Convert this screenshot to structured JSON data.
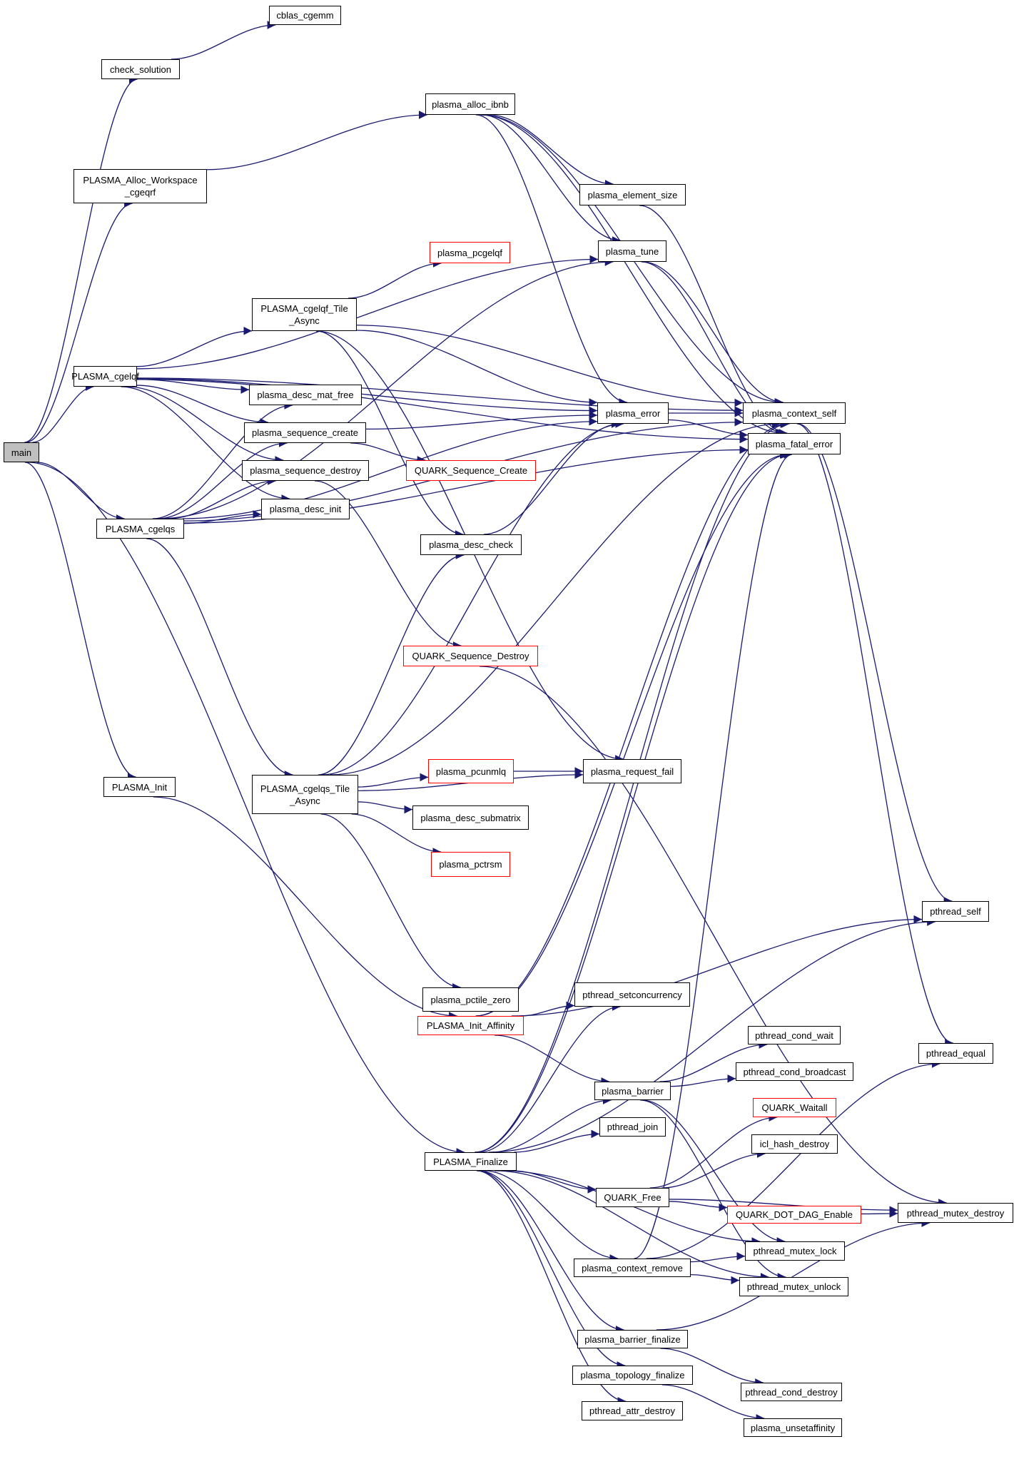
{
  "graph": {
    "title": "Call graph of main",
    "edge_color": "#191970",
    "root_fill": "#bfbfbf",
    "undocumented_border": "#ff0000",
    "nodes": [
      {
        "id": "main",
        "label": "main",
        "style": "root"
      },
      {
        "id": "cblas_cgemm",
        "label": "cblas_cgemm",
        "style": "normal"
      },
      {
        "id": "check_solution",
        "label": "check_solution",
        "style": "normal"
      },
      {
        "id": "PLASMA_Alloc_Workspace_cgeqrf",
        "label": "PLASMA_Alloc_Workspace\n_cgeqrf",
        "style": "normal"
      },
      {
        "id": "plasma_alloc_ibnb",
        "label": "plasma_alloc_ibnb",
        "style": "normal"
      },
      {
        "id": "plasma_element_size",
        "label": "plasma_element_size",
        "style": "normal"
      },
      {
        "id": "plasma_tune",
        "label": "plasma_tune",
        "style": "normal"
      },
      {
        "id": "plasma_pcgelqf",
        "label": "plasma_pcgelqf",
        "style": "red"
      },
      {
        "id": "PLASMA_cgelqf_Tile_Async",
        "label": "PLASMA_cgelqf_Tile\n_Async",
        "style": "normal"
      },
      {
        "id": "PLASMA_cgelqf",
        "label": "PLASMA_cgelqf",
        "style": "normal"
      },
      {
        "id": "plasma_desc_mat_free",
        "label": "plasma_desc_mat_free",
        "style": "normal"
      },
      {
        "id": "plasma_sequence_create",
        "label": "plasma_sequence_create",
        "style": "normal"
      },
      {
        "id": "plasma_sequence_destroy",
        "label": "plasma_sequence_destroy",
        "style": "normal"
      },
      {
        "id": "plasma_desc_init",
        "label": "plasma_desc_init",
        "style": "normal"
      },
      {
        "id": "QUARK_Sequence_Create",
        "label": "QUARK_Sequence_Create",
        "style": "red"
      },
      {
        "id": "plasma_desc_check",
        "label": "plasma_desc_check",
        "style": "normal"
      },
      {
        "id": "QUARK_Sequence_Destroy",
        "label": "QUARK_Sequence_Destroy",
        "style": "red"
      },
      {
        "id": "plasma_error",
        "label": "plasma_error",
        "style": "normal"
      },
      {
        "id": "plasma_context_self",
        "label": "plasma_context_self",
        "style": "normal"
      },
      {
        "id": "plasma_fatal_error",
        "label": "plasma_fatal_error",
        "style": "normal"
      },
      {
        "id": "PLASMA_cgelqs",
        "label": "PLASMA_cgelqs",
        "style": "normal"
      },
      {
        "id": "PLASMA_cgelqs_Tile_Async",
        "label": "PLASMA_cgelqs_Tile\n_Async",
        "style": "normal"
      },
      {
        "id": "plasma_pcunmlq",
        "label": "plasma_pcunmlq",
        "style": "red"
      },
      {
        "id": "plasma_request_fail",
        "label": "plasma_request_fail",
        "style": "normal"
      },
      {
        "id": "plasma_desc_submatrix",
        "label": "plasma_desc_submatrix",
        "style": "normal"
      },
      {
        "id": "plasma_pctrsm",
        "label": "plasma_pctrsm",
        "style": "red"
      },
      {
        "id": "plasma_pctile_zero",
        "label": "plasma_pctile_zero",
        "style": "normal"
      },
      {
        "id": "PLASMA_Init",
        "label": "PLASMA_Init",
        "style": "normal"
      },
      {
        "id": "pthread_self",
        "label": "pthread_self",
        "style": "normal"
      },
      {
        "id": "pthread_setconcurrency",
        "label": "pthread_setconcurrency",
        "style": "normal"
      },
      {
        "id": "PLASMA_Init_Affinity",
        "label": "PLASMA_Init_Affinity",
        "style": "red"
      },
      {
        "id": "pthread_cond_wait",
        "label": "pthread_cond_wait",
        "style": "normal"
      },
      {
        "id": "pthread_equal",
        "label": "pthread_equal",
        "style": "normal"
      },
      {
        "id": "plasma_barrier",
        "label": "plasma_barrier",
        "style": "normal"
      },
      {
        "id": "pthread_cond_broadcast",
        "label": "pthread_cond_broadcast",
        "style": "normal"
      },
      {
        "id": "QUARK_Waitall",
        "label": "QUARK_Waitall",
        "style": "red"
      },
      {
        "id": "pthread_join",
        "label": "pthread_join",
        "style": "normal"
      },
      {
        "id": "icl_hash_destroy",
        "label": "icl_hash_destroy",
        "style": "normal"
      },
      {
        "id": "PLASMA_Finalize",
        "label": "PLASMA_Finalize",
        "style": "normal"
      },
      {
        "id": "QUARK_Free",
        "label": "QUARK_Free",
        "style": "normal"
      },
      {
        "id": "QUARK_DOT_DAG_Enable",
        "label": "QUARK_DOT_DAG_Enable",
        "style": "red"
      },
      {
        "id": "pthread_mutex_destroy",
        "label": "pthread_mutex_destroy",
        "style": "normal"
      },
      {
        "id": "pthread_mutex_lock",
        "label": "pthread_mutex_lock",
        "style": "normal"
      },
      {
        "id": "plasma_context_remove",
        "label": "plasma_context_remove",
        "style": "normal"
      },
      {
        "id": "pthread_mutex_unlock",
        "label": "pthread_mutex_unlock",
        "style": "normal"
      },
      {
        "id": "plasma_barrier_finalize",
        "label": "plasma_barrier_finalize",
        "style": "normal"
      },
      {
        "id": "plasma_topology_finalize",
        "label": "plasma_topology_finalize",
        "style": "normal"
      },
      {
        "id": "pthread_cond_destroy",
        "label": "pthread_cond_destroy",
        "style": "normal"
      },
      {
        "id": "pthread_attr_destroy",
        "label": "pthread_attr_destroy",
        "style": "normal"
      },
      {
        "id": "plasma_unsetaffinity",
        "label": "plasma_unsetaffinity",
        "style": "normal"
      }
    ],
    "edges": [
      [
        "main",
        "check_solution"
      ],
      [
        "main",
        "PLASMA_Alloc_Workspace_cgeqrf"
      ],
      [
        "main",
        "PLASMA_cgelqf"
      ],
      [
        "main",
        "PLASMA_cgelqs"
      ],
      [
        "main",
        "PLASMA_Init"
      ],
      [
        "main",
        "PLASMA_Finalize"
      ],
      [
        "check_solution",
        "cblas_cgemm"
      ],
      [
        "PLASMA_Alloc_Workspace_cgeqrf",
        "plasma_alloc_ibnb"
      ],
      [
        "plasma_alloc_ibnb",
        "plasma_element_size"
      ],
      [
        "plasma_alloc_ibnb",
        "plasma_tune"
      ],
      [
        "plasma_alloc_ibnb",
        "plasma_error"
      ],
      [
        "plasma_alloc_ibnb",
        "plasma_context_self"
      ],
      [
        "plasma_alloc_ibnb",
        "plasma_fatal_error"
      ],
      [
        "plasma_element_size",
        "plasma_fatal_error"
      ],
      [
        "plasma_tune",
        "plasma_context_self"
      ],
      [
        "plasma_tune",
        "plasma_fatal_error"
      ],
      [
        "PLASMA_cgelqf",
        "PLASMA_cgelqf_Tile_Async"
      ],
      [
        "PLASMA_cgelqf",
        "plasma_desc_mat_free"
      ],
      [
        "PLASMA_cgelqf",
        "plasma_sequence_create"
      ],
      [
        "PLASMA_cgelqf",
        "plasma_sequence_destroy"
      ],
      [
        "PLASMA_cgelqf",
        "plasma_desc_init"
      ],
      [
        "PLASMA_cgelqf",
        "plasma_tune"
      ],
      [
        "PLASMA_cgelqf",
        "plasma_error"
      ],
      [
        "PLASMA_cgelqf",
        "plasma_context_self"
      ],
      [
        "PLASMA_cgelqf",
        "plasma_fatal_error"
      ],
      [
        "PLASMA_cgelqf_Tile_Async",
        "plasma_pcgelqf"
      ],
      [
        "PLASMA_cgelqf_Tile_Async",
        "plasma_desc_check"
      ],
      [
        "PLASMA_cgelqf_Tile_Async",
        "plasma_error"
      ],
      [
        "PLASMA_cgelqf_Tile_Async",
        "plasma_context_self"
      ],
      [
        "PLASMA_cgelqf_Tile_Async",
        "plasma_request_fail"
      ],
      [
        "plasma_sequence_create",
        "QUARK_Sequence_Create"
      ],
      [
        "plasma_sequence_create",
        "plasma_error"
      ],
      [
        "plasma_sequence_destroy",
        "QUARK_Sequence_Destroy"
      ],
      [
        "plasma_desc_check",
        "plasma_error"
      ],
      [
        "plasma_error",
        "plasma_context_self"
      ],
      [
        "plasma_error",
        "plasma_fatal_error"
      ],
      [
        "plasma_context_self",
        "pthread_self"
      ],
      [
        "plasma_context_self",
        "pthread_equal"
      ],
      [
        "QUARK_Sequence_Destroy",
        "pthread_mutex_destroy"
      ],
      [
        "PLASMA_cgelqs",
        "PLASMA_cgelqs_Tile_Async"
      ],
      [
        "PLASMA_cgelqs",
        "plasma_desc_mat_free"
      ],
      [
        "PLASMA_cgelqs",
        "plasma_sequence_create"
      ],
      [
        "PLASMA_cgelqs",
        "plasma_sequence_destroy"
      ],
      [
        "PLASMA_cgelqs",
        "plasma_desc_init"
      ],
      [
        "PLASMA_cgelqs",
        "plasma_tune"
      ],
      [
        "PLASMA_cgelqs",
        "plasma_error"
      ],
      [
        "PLASMA_cgelqs",
        "plasma_fatal_error"
      ],
      [
        "PLASMA_cgelqs",
        "plasma_context_self"
      ],
      [
        "PLASMA_cgelqs_Tile_Async",
        "plasma_pcunmlq"
      ],
      [
        "PLASMA_cgelqs_Tile_Async",
        "plasma_desc_submatrix"
      ],
      [
        "PLASMA_cgelqs_Tile_Async",
        "plasma_pctrsm"
      ],
      [
        "PLASMA_cgelqs_Tile_Async",
        "plasma_pctile_zero"
      ],
      [
        "PLASMA_cgelqs_Tile_Async",
        "plasma_desc_check"
      ],
      [
        "PLASMA_cgelqs_Tile_Async",
        "plasma_error"
      ],
      [
        "PLASMA_cgelqs_Tile_Async",
        "plasma_context_self"
      ],
      [
        "PLASMA_cgelqs_Tile_Async",
        "plasma_request_fail"
      ],
      [
        "plasma_pcunmlq",
        "plasma_request_fail"
      ],
      [
        "PLASMA_Init",
        "PLASMA_Init_Affinity"
      ],
      [
        "PLASMA_Init_Affinity",
        "pthread_setconcurrency"
      ],
      [
        "PLASMA_Init_Affinity",
        "plasma_barrier"
      ],
      [
        "PLASMA_Init_Affinity",
        "plasma_context_self"
      ],
      [
        "PLASMA_Init_Affinity",
        "plasma_fatal_error"
      ],
      [
        "PLASMA_Init_Affinity",
        "pthread_self"
      ],
      [
        "plasma_barrier",
        "pthread_cond_wait"
      ],
      [
        "plasma_barrier",
        "pthread_cond_broadcast"
      ],
      [
        "plasma_barrier",
        "pthread_mutex_lock"
      ],
      [
        "plasma_barrier",
        "pthread_mutex_unlock"
      ],
      [
        "PLASMA_Finalize",
        "plasma_barrier"
      ],
      [
        "PLASMA_Finalize",
        "pthread_join"
      ],
      [
        "PLASMA_Finalize",
        "QUARK_Free"
      ],
      [
        "PLASMA_Finalize",
        "pthread_mutex_lock"
      ],
      [
        "PLASMA_Finalize",
        "pthread_mutex_unlock"
      ],
      [
        "PLASMA_Finalize",
        "plasma_context_remove"
      ],
      [
        "PLASMA_Finalize",
        "plasma_barrier_finalize"
      ],
      [
        "PLASMA_Finalize",
        "plasma_topology_finalize"
      ],
      [
        "PLASMA_Finalize",
        "pthread_attr_destroy"
      ],
      [
        "PLASMA_Finalize",
        "pthread_setconcurrency"
      ],
      [
        "PLASMA_Finalize",
        "pthread_self"
      ],
      [
        "PLASMA_Finalize",
        "plasma_context_self"
      ],
      [
        "PLASMA_Finalize",
        "plasma_fatal_error"
      ],
      [
        "QUARK_Free",
        "QUARK_Waitall"
      ],
      [
        "QUARK_Free",
        "icl_hash_destroy"
      ],
      [
        "QUARK_Free",
        "QUARK_DOT_DAG_Enable"
      ],
      [
        "QUARK_Free",
        "pthread_mutex_destroy"
      ],
      [
        "QUARK_DOT_DAG_Enable",
        "pthread_mutex_destroy"
      ],
      [
        "plasma_context_remove",
        "pthread_mutex_lock"
      ],
      [
        "plasma_context_remove",
        "pthread_mutex_unlock"
      ],
      [
        "plasma_context_remove",
        "pthread_equal"
      ],
      [
        "plasma_context_remove",
        "plasma_fatal_error"
      ],
      [
        "plasma_barrier_finalize",
        "pthread_cond_destroy"
      ],
      [
        "plasma_barrier_finalize",
        "pthread_mutex_destroy"
      ],
      [
        "plasma_topology_finalize",
        "plasma_unsetaffinity"
      ]
    ]
  }
}
